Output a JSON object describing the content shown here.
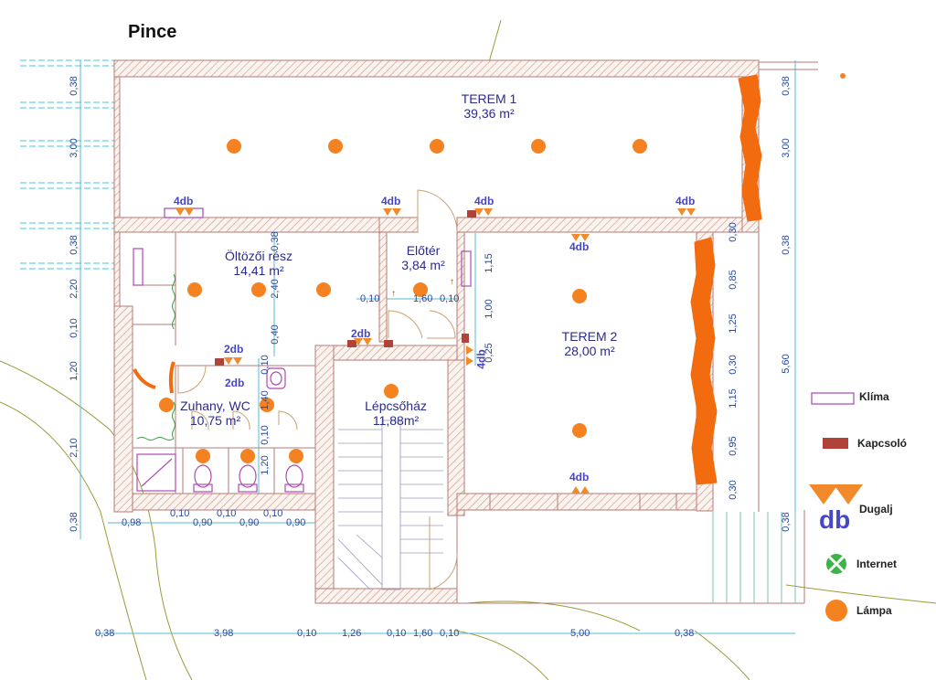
{
  "title": "Pince",
  "rooms": {
    "terem1": {
      "name": "TEREM 1",
      "area": "39,36 m²"
    },
    "oltozo": {
      "name": "Öltözői rész",
      "area": "14,41 m²"
    },
    "eloter": {
      "name": "Előtér",
      "area": "3,84 m²"
    },
    "terem2": {
      "name": "TEREM 2",
      "area": "28,00 m²"
    },
    "zuhany": {
      "name": "Zuhany, WC",
      "area": "10,75 m²"
    },
    "lepcsohaz": {
      "name": "Lépcsőház",
      "area": "11,88m²"
    }
  },
  "socket_counts": {
    "t1_left": "4db",
    "t1_mid": "4db",
    "t1_right_a": "4db",
    "t1_right_b": "4db",
    "t2_top": "4db",
    "t2_bottom": "4db",
    "stair_left": "2db",
    "stair_right": "4db",
    "wc_top": "2db",
    "wc_mid": "2db"
  },
  "dimensions": {
    "bottom_row1": [
      "0,98",
      "0,10",
      "0,90",
      "0,10",
      "0,90",
      "0,10",
      "0,90"
    ],
    "bottom_row2": [
      "0,38",
      "3,98",
      "0,10",
      "1,26",
      "0,10",
      "1,60",
      "0,10",
      "5,00",
      "0,38"
    ],
    "eloter_row": [
      "0,10",
      "1,60",
      "0,10"
    ],
    "left_vertical": [
      "0,38",
      "3,00",
      "0,38",
      "2,20",
      "0,10",
      "1,20",
      "2,10",
      "0,38"
    ],
    "right_vertical": [
      "0,38",
      "3,00",
      "0,38",
      "5,60",
      "0,38"
    ],
    "terem2_vertical": [
      "0,30",
      "0,85",
      "1,25",
      "0,30",
      "1,15",
      "0,95",
      "0,30"
    ],
    "eloter_vertical": [
      "1,15",
      "1,00",
      "0,25"
    ],
    "middle_vertical": [
      "0,38",
      "2,40",
      "0,40"
    ],
    "wc_vertical": [
      "0,10",
      "1,40",
      "0,10",
      "1,20"
    ]
  },
  "legend": {
    "klima": "Klíma",
    "kapcsolo": "Kapcsoló",
    "dugalj": "Dugalj",
    "db": "db",
    "internet": "Internet",
    "lampa": "Lámpa"
  },
  "colors": {
    "wall": "#b57b74",
    "lamp": "#f58220",
    "socket": "#f08a2a",
    "switch": "#b0423a",
    "dimension": "#2d4a9a",
    "room_text": "#2b2b8c",
    "klima": "#a34ab0"
  }
}
